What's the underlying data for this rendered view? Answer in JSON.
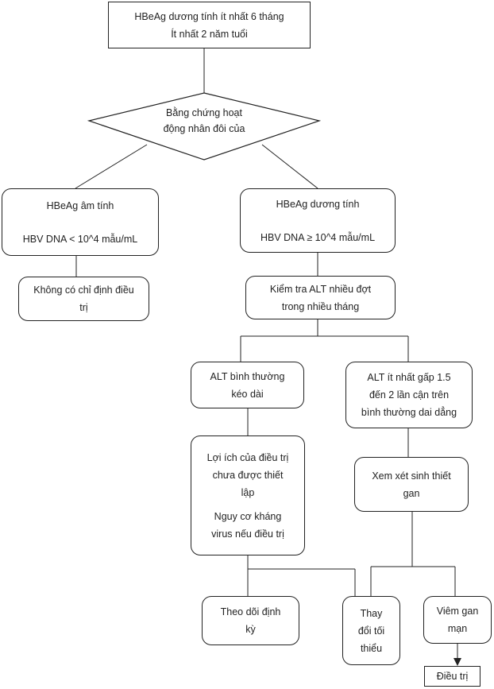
{
  "flowchart": {
    "start": {
      "line1": "HBeAg dương tính ít nhất 6 tháng",
      "line2": "Ít nhất 2 năm tuổi"
    },
    "decision": {
      "line1": "Bằng chứng hoạt",
      "line2": "động nhân đôi của"
    },
    "negative": {
      "line1": "HBeAg âm tính",
      "line2": "HBV DNA < 10^4 mẫu/mL"
    },
    "positive": {
      "line1": "HBeAg dương tính",
      "line2": "HBV DNA ≥ 10^4 mẫu/mL"
    },
    "no_treatment": {
      "line1": "Không có chỉ định điều",
      "line2": "trị"
    },
    "alt_check": {
      "line1": "Kiểm tra ALT nhiều đợt",
      "line2": "trong nhiều tháng"
    },
    "alt_normal": {
      "line1": "ALT bình thường",
      "line2": "kéo dài"
    },
    "alt_high": {
      "line1": "ALT ít nhất gấp 1.5",
      "line2": "đến 2 lần cận trên",
      "line3": "bình thường dai dẳng"
    },
    "benefit": {
      "line1": "Lợi ích của điều trị",
      "line2": "chưa được thiết",
      "line3": "lập",
      "line4": "Nguy cơ kháng",
      "line5": "virus nếu điều trị"
    },
    "biopsy": {
      "line1": "Xem xét sinh thiết",
      "line2": "gan"
    },
    "monitor": {
      "line1": "Theo dõi định",
      "line2": "kỳ"
    },
    "minimal": {
      "line1": "Thay",
      "line2": "đổi tối",
      "line3": "thiểu"
    },
    "chronic": {
      "line1": "Viêm gan",
      "line2": "mạn"
    },
    "treatment": {
      "line1": "Điều trị"
    }
  }
}
